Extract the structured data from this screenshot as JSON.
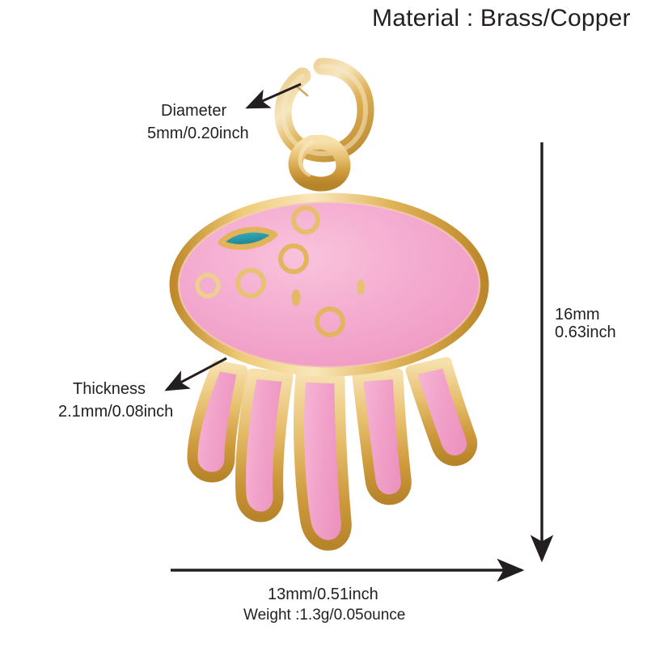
{
  "background_color": "#ffffff",
  "product": {
    "name": "jellyfish-enamel-charm",
    "colors": {
      "enamel_pink": "#F3A6CC",
      "enamel_pink_light": "#F8C3DC",
      "enamel_teal": "#2A9AAA",
      "gold_dark": "#C08A2C",
      "gold_mid": "#E3B75C",
      "gold_light": "#F7E3B0",
      "outline": "#B07E22",
      "annotation": "#231f20"
    }
  },
  "annotations": {
    "material": "Material : Brass/Copper",
    "diameter": {
      "label": "Diameter",
      "value": "5mm/0.20inch"
    },
    "thickness": {
      "label": "Thickness",
      "value": "2.1mm/0.08inch"
    },
    "height": {
      "value_mm": "16mm",
      "value_inch": "0.63inch"
    },
    "width": {
      "value": "13mm/0.51inch"
    },
    "weight": "Weight :1.3g/0.05ounce"
  }
}
